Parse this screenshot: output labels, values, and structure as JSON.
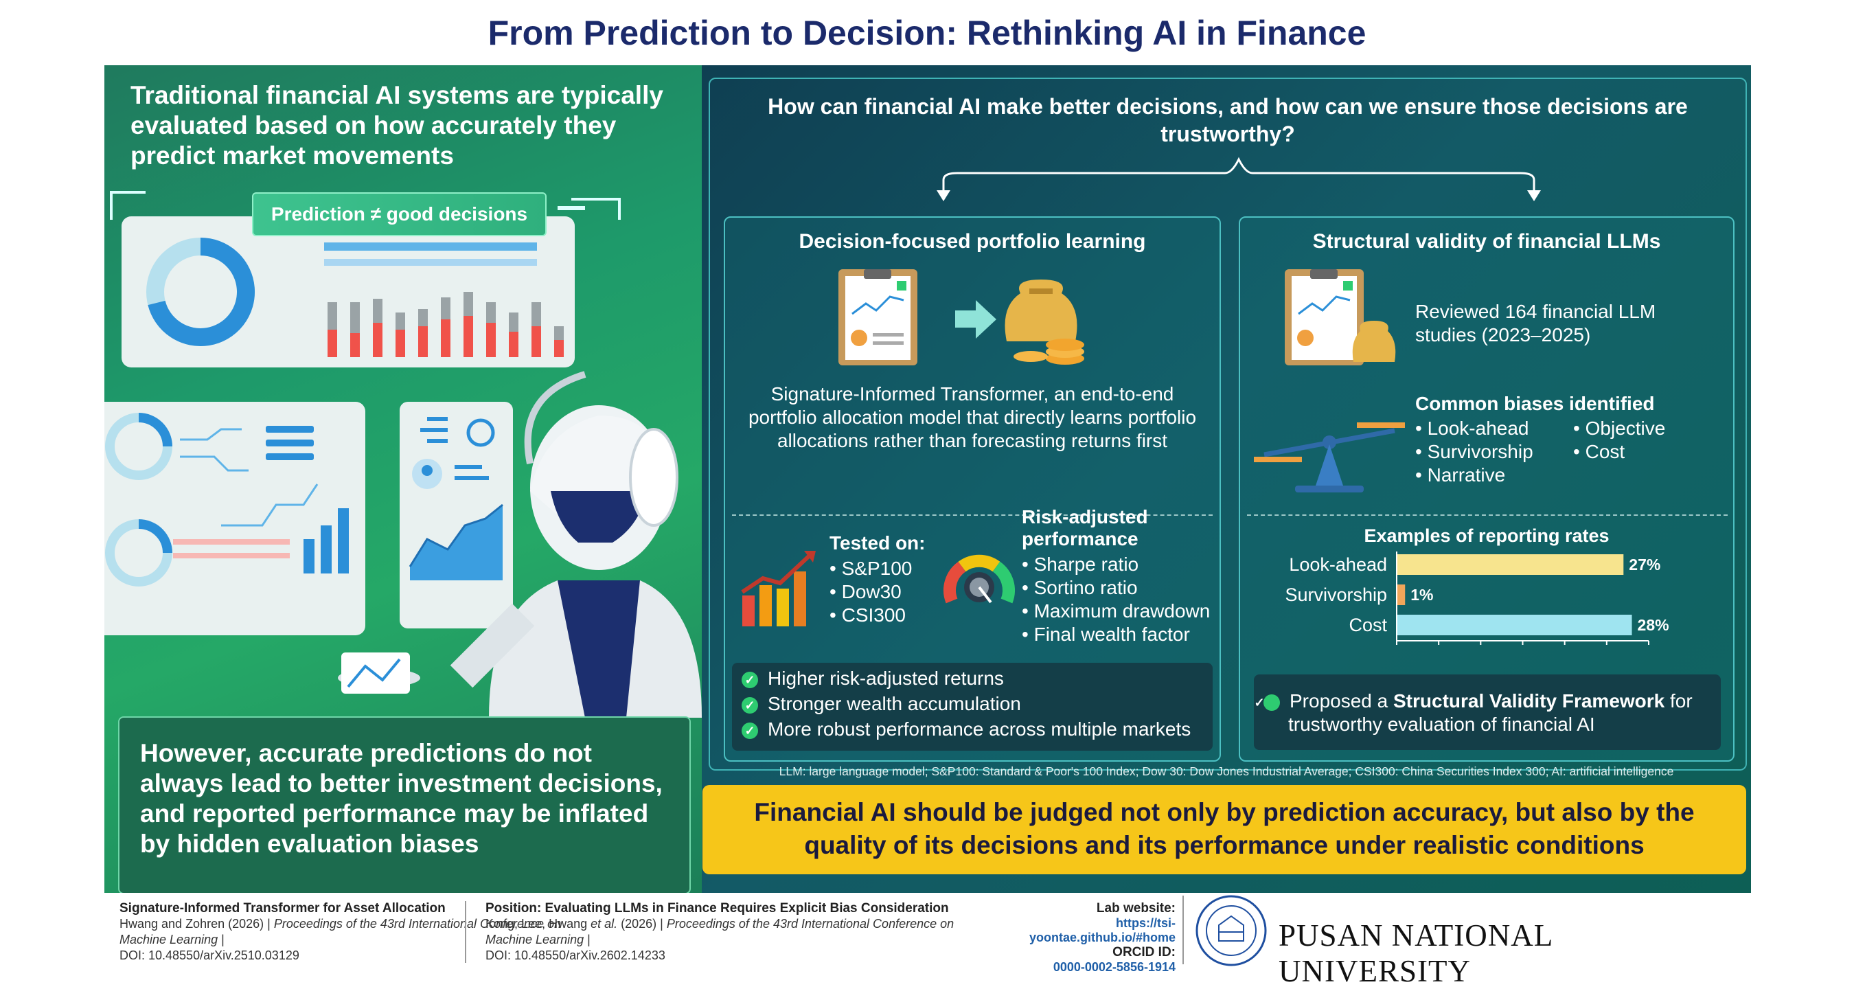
{
  "title": "From Prediction to Decision: Rethinking AI in Finance",
  "left": {
    "intro": "Traditional financial AI systems are typically evaluated based on how accurately they predict market movements",
    "tag": "Prediction ≠ good decisions",
    "conclusion": "However, accurate predictions do not always lead to better investment decisions, and reported performance may be inflated by hidden evaluation biases"
  },
  "right": {
    "question": "How can financial AI make better decisions, and how can we ensure those decisions are trustworthy?",
    "dfpl": {
      "title": "Decision-focused portfolio learning",
      "description": "Signature-Informed Transformer, an end-to-end portfolio allocation model that directly learns portfolio allocations rather than forecasting returns first",
      "tested_label": "Tested on:",
      "tested": [
        "S&P100",
        "Dow30",
        "CSI300"
      ],
      "risk_label": "Risk-adjusted performance",
      "risk": [
        "Sharpe ratio",
        "Sortino ratio",
        "Maximum drawdown",
        "Final wealth factor"
      ],
      "results": [
        "Higher risk-adjusted returns",
        "Stronger wealth accumulation",
        "More robust performance across multiple markets"
      ]
    },
    "svfl": {
      "title": "Structural validity of financial LLMs",
      "reviewed": "Reviewed 164 financial LLM studies (2023–2025)",
      "biases_label": "Common biases identified",
      "biases_col1": [
        "Look-ahead",
        "Survivorship",
        "Narrative"
      ],
      "biases_col2": [
        "Objective",
        "Cost"
      ],
      "framework_pre": "Proposed a ",
      "framework_bold": "Structural Validity Framework",
      "framework_post": " for trustworthy evaluation of financial AI"
    },
    "abbrev": "LLM: large language model; S&P100: Standard & Poor's 100 Index; Dow 30: Dow Jones Industrial Average; CSI300: China Securities Index 300; AI: artificial intelligence",
    "takeaway": "Financial AI should be judged not only by prediction accuracy, but also by the quality of its decisions and its performance under realistic conditions"
  },
  "chart_data": {
    "type": "bar",
    "orientation": "horizontal",
    "title": "Examples of reporting rates",
    "categories": [
      "Look-ahead",
      "Survivorship",
      "Cost"
    ],
    "values": [
      27,
      1,
      28
    ],
    "value_labels": [
      "27%",
      "1%",
      "28%"
    ],
    "xlim": [
      0,
      30
    ],
    "xticks": [
      0,
      5,
      10,
      15,
      20,
      25,
      30
    ],
    "colors": [
      "#f7e48e",
      "#f2a65a",
      "#9fe4f0"
    ]
  },
  "footer": {
    "p1_title": "Signature-Informed Transformer for Asset Allocation",
    "p1_authors": "Hwang and Zohren (2026) | ",
    "p1_venue": "Proceedings of the 43rd International Conference on Machine Learning",
    "p1_sep": " |",
    "p1_doi": "DOI: 10.48550/arXiv.2510.03129",
    "p2_title": "Position: Evaluating LLMs in Finance Requires Explicit Bias Consideration",
    "p2_authors_a": "Kong, Lee, Hwang ",
    "p2_authors_b": "et al.",
    "p2_authors_c": " (2026) | ",
    "p2_venue": "Proceedings of the 43rd International Conference on Machine Learning",
    "p2_sep": " |",
    "p2_doi": "DOI: 10.48550/arXiv.2602.14233",
    "lab_label": "Lab website:",
    "lab_url": "https://tsi-yoontae.github.io/#home",
    "orcid_label": "ORCID ID:",
    "orcid": "0000-0002-5856-1914",
    "university": "PUSAN NATIONAL UNIVERSITY"
  },
  "colors": {
    "title": "#1b2a6b",
    "takeaway_bg": "#f6c619",
    "accent_teal": "#4cc0c2"
  }
}
